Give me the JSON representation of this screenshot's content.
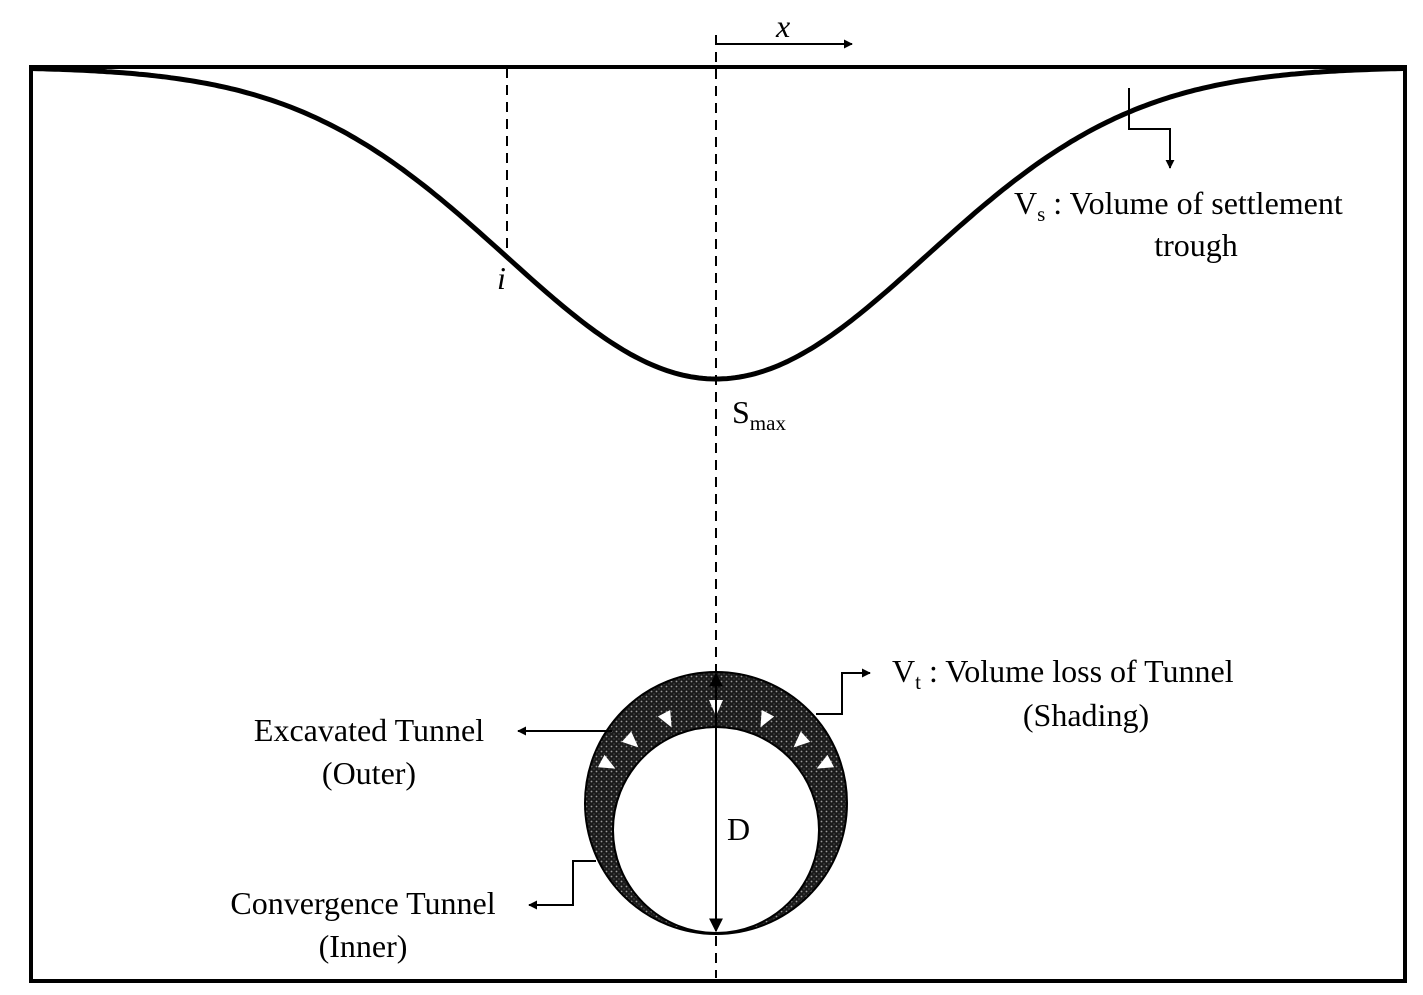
{
  "axis_label": "x",
  "inflection_label": "i",
  "smax": {
    "main": "S",
    "sub": "max"
  },
  "vs": {
    "main": "V",
    "sub": "s",
    "rest": " : Volume of settlement",
    "line2": "trough"
  },
  "vt": {
    "main": "V",
    "sub": "t",
    "rest": " : Volume loss of Tunnel",
    "line2": "(Shading)"
  },
  "excavated": {
    "line1": "Excavated Tunnel",
    "line2": "(Outer)"
  },
  "convergence": {
    "line1": "Convergence Tunnel",
    "line2": "(Inner)"
  },
  "diameter_label": "D",
  "colors": {
    "line": "#000000",
    "background": "#ffffff",
    "shading": "#1a1a1a"
  }
}
